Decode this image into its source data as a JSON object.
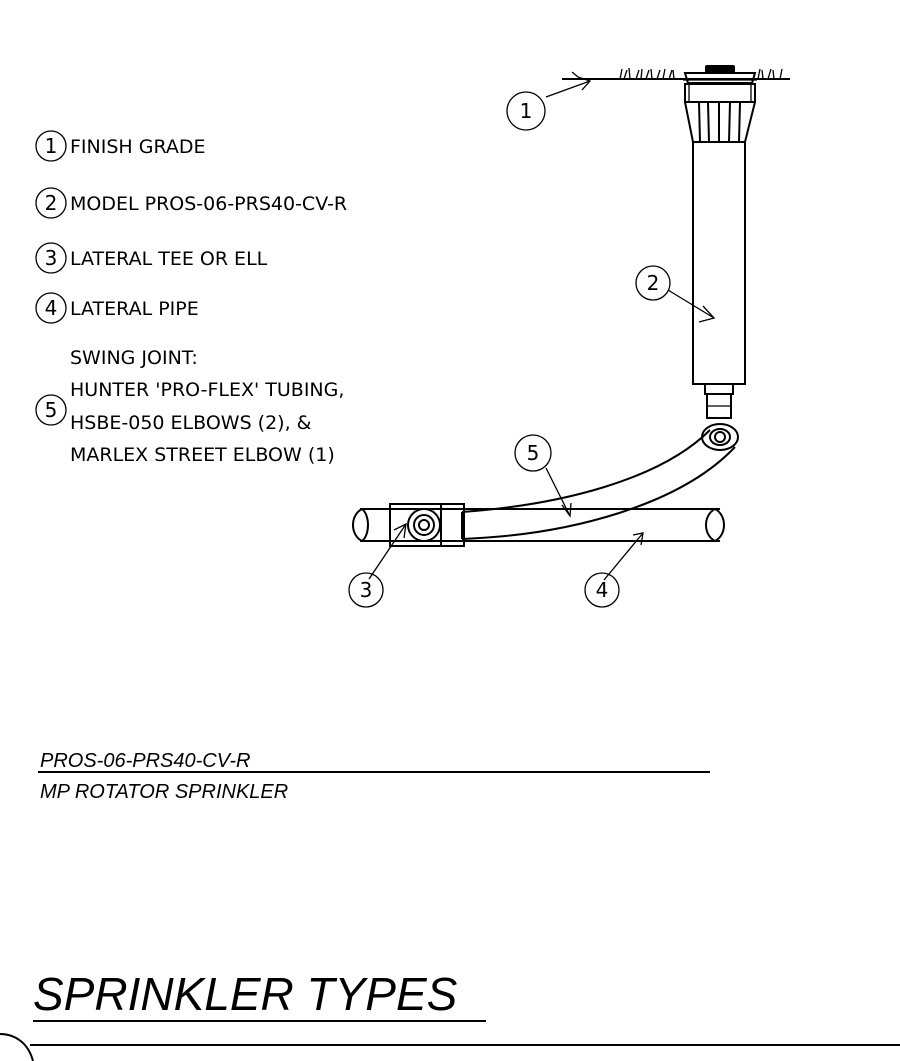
{
  "legend": [
    {
      "num": "1",
      "lines": [
        "FINISH GRADE"
      ]
    },
    {
      "num": "2",
      "lines": [
        "MODEL PROS-06-PRS40-CV-R"
      ]
    },
    {
      "num": "3",
      "lines": [
        "LATERAL TEE OR ELL"
      ]
    },
    {
      "num": "4",
      "lines": [
        "LATERAL PIPE"
      ]
    },
    {
      "num": "5",
      "lines": [
        "SWING JOINT:",
        "HUNTER 'PRO-FLEX' TUBING,",
        "HSBE-050 ELBOWS (2), &",
        "MARLEX STREET ELBOW (1)"
      ]
    }
  ],
  "callouts": [
    "1",
    "2",
    "3",
    "4",
    "5"
  ],
  "title_block": {
    "model": "PROS-06-PRS40-CV-R",
    "description": "MP ROTATOR SPRINKLER"
  },
  "sheet_title": "SPRINKLER TYPES"
}
